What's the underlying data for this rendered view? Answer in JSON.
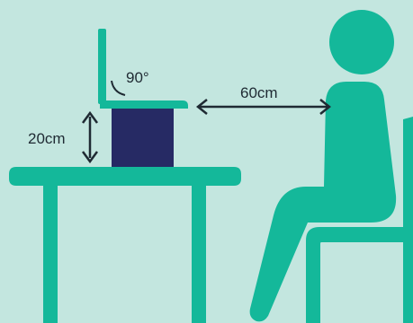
{
  "labels": {
    "laptop_angle": "90°",
    "screen_distance": "60cm",
    "stand_height": "20cm"
  },
  "colors": {
    "background": "#c3e6df",
    "teal": "#14b89a",
    "navy": "#262a64",
    "ink": "#1f2a33"
  }
}
